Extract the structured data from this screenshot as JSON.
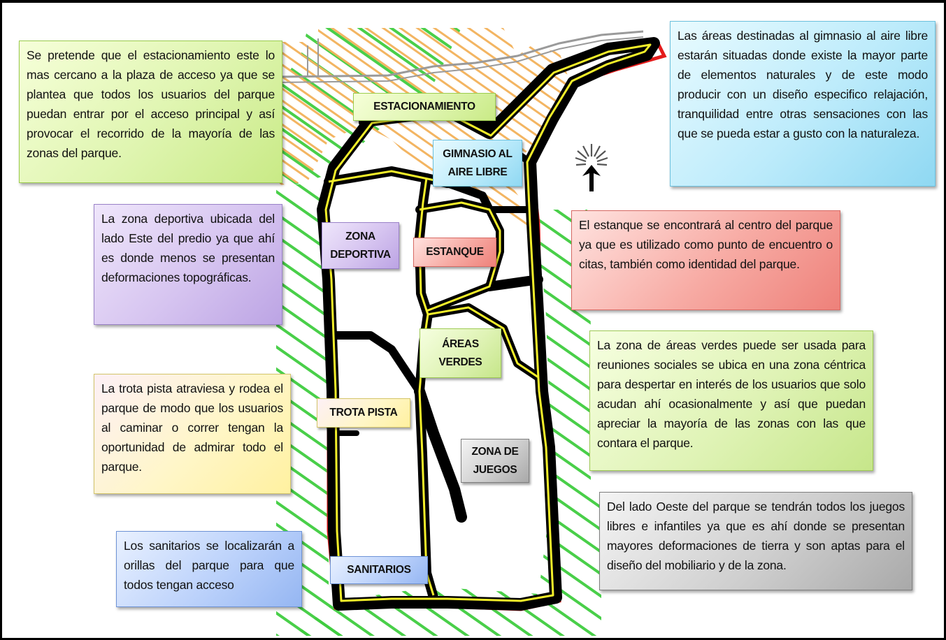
{
  "notes": {
    "parking": "Se pretende que el estacionamiento este lo mas cercano a la plaza de acceso  ya que se plantea que todos los usuarios del parque puedan  entrar por el acceso principal y así provocar el recorrido de la mayoría de las zonas del parque.",
    "gym": "Las áreas destinadas al gimnasio al aire libre estarán situadas donde existe la mayor parte de elementos naturales y de este modo producir con un diseño especifico relajación, tranquilidad  entre otras sensaciones con las que se pueda estar a gusto con la naturaleza.",
    "sports": "La zona deportiva ubicada del lado Este del predio ya que ahí es donde menos se presentan deformaciones topográficas.",
    "pond": "El estanque se encontrará al centro del parque ya que es utilizado como punto de encuentro o citas, también como identidad del parque.",
    "green": "La zona de áreas verdes puede ser usada para reuniones sociales se ubica en una zona céntrica para despertar en interés de los usuarios que solo acudan ahí ocasionalmente y así que puedan apreciar la mayoría de las zonas con las que contara el parque.",
    "jogging": "La trota pista atraviesa y rodea el parque de modo que los usuarios al caminar o correr tengan la oportunidad de admirar todo el parque.",
    "games": "Del lado Oeste del parque se tendrán  todos los juegos libres e infantiles ya que es ahí donde se presentan mayores deformaciones de tierra y son aptas para el diseño del mobiliario y de la zona.",
    "sanitary": "Los sanitarios se localizarán a orillas del parque para que todos tengan acceso"
  },
  "labels": {
    "parking": "ESTACIONAMIENTO",
    "gym": "GIMNASIO AL AIRE LIBRE",
    "sports": "ZONA DEPORTIVA",
    "pond": "ESTANQUE",
    "green": "ÁREAS VERDES",
    "jogging": "TROTA PISTA",
    "games": "ZONA DE JUEGOS",
    "sanitary": "SANITARIOS"
  },
  "icons": {
    "north": "north-arrow-icon"
  },
  "colors": {
    "hatch_green": "#3fcc3f",
    "hatch_orange": "#f2b15a",
    "path_fill": "#000000",
    "track_line": "#f3ef2a",
    "boundary_red": "#e31b1b"
  }
}
